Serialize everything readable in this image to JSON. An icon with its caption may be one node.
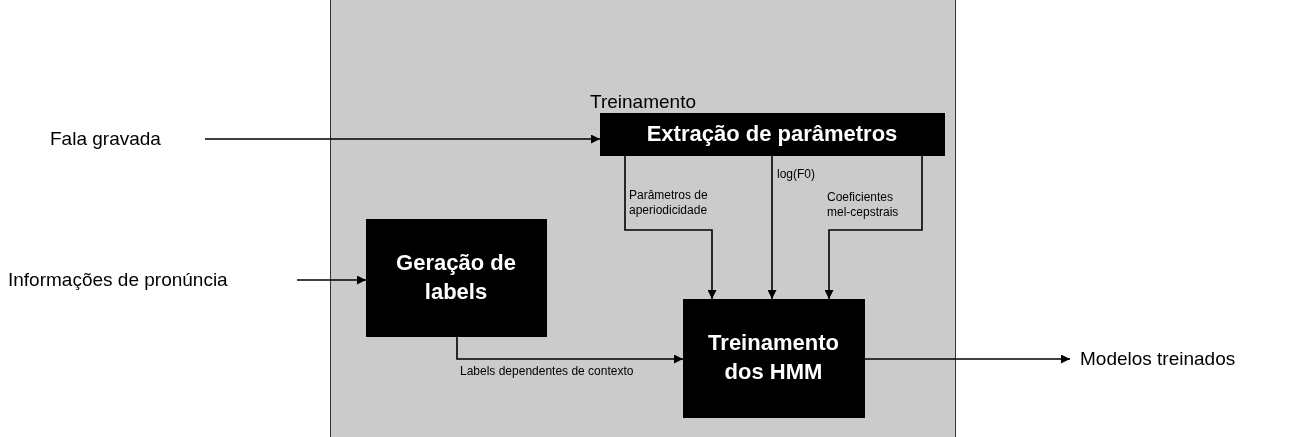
{
  "diagram": {
    "nodes": [
      {
        "text": [
          "Treinamento"
        ]
      },
      {
        "text": [
          "Fala gravada"
        ]
      },
      {
        "text": [
          "Informações de pronúncia"
        ]
      },
      {
        "text": [
          "Extração de parâmetros"
        ],
        "in": 0
      },
      {
        "text": [
          "Geração de labels"
        ],
        "in": 0
      },
      {
        "text": [
          "Treinamento dos HMM"
        ],
        "in": 0
      },
      {
        "text": [
          "Modelos treinados"
        ]
      }
    ],
    "edges": [
      {
        "from": 1,
        "to": 3,
        "arrow": "to"
      },
      {
        "from": 2,
        "to": 4,
        "arrow": "to"
      },
      {
        "from": 3,
        "to": 5,
        "arrow": "to",
        "label": "Parâmetros de aperiodicidade"
      },
      {
        "from": 3,
        "to": 5,
        "arrow": "to",
        "label": "log(F0)"
      },
      {
        "from": 3,
        "to": 5,
        "arrow": "to",
        "label": "Coeficientes mel-cepstrais"
      },
      {
        "from": 4,
        "to": 5,
        "arrow": "to",
        "label": "Labels dependentes de contexto"
      },
      {
        "from": 5,
        "to": 6,
        "arrow": "to"
      }
    ]
  }
}
